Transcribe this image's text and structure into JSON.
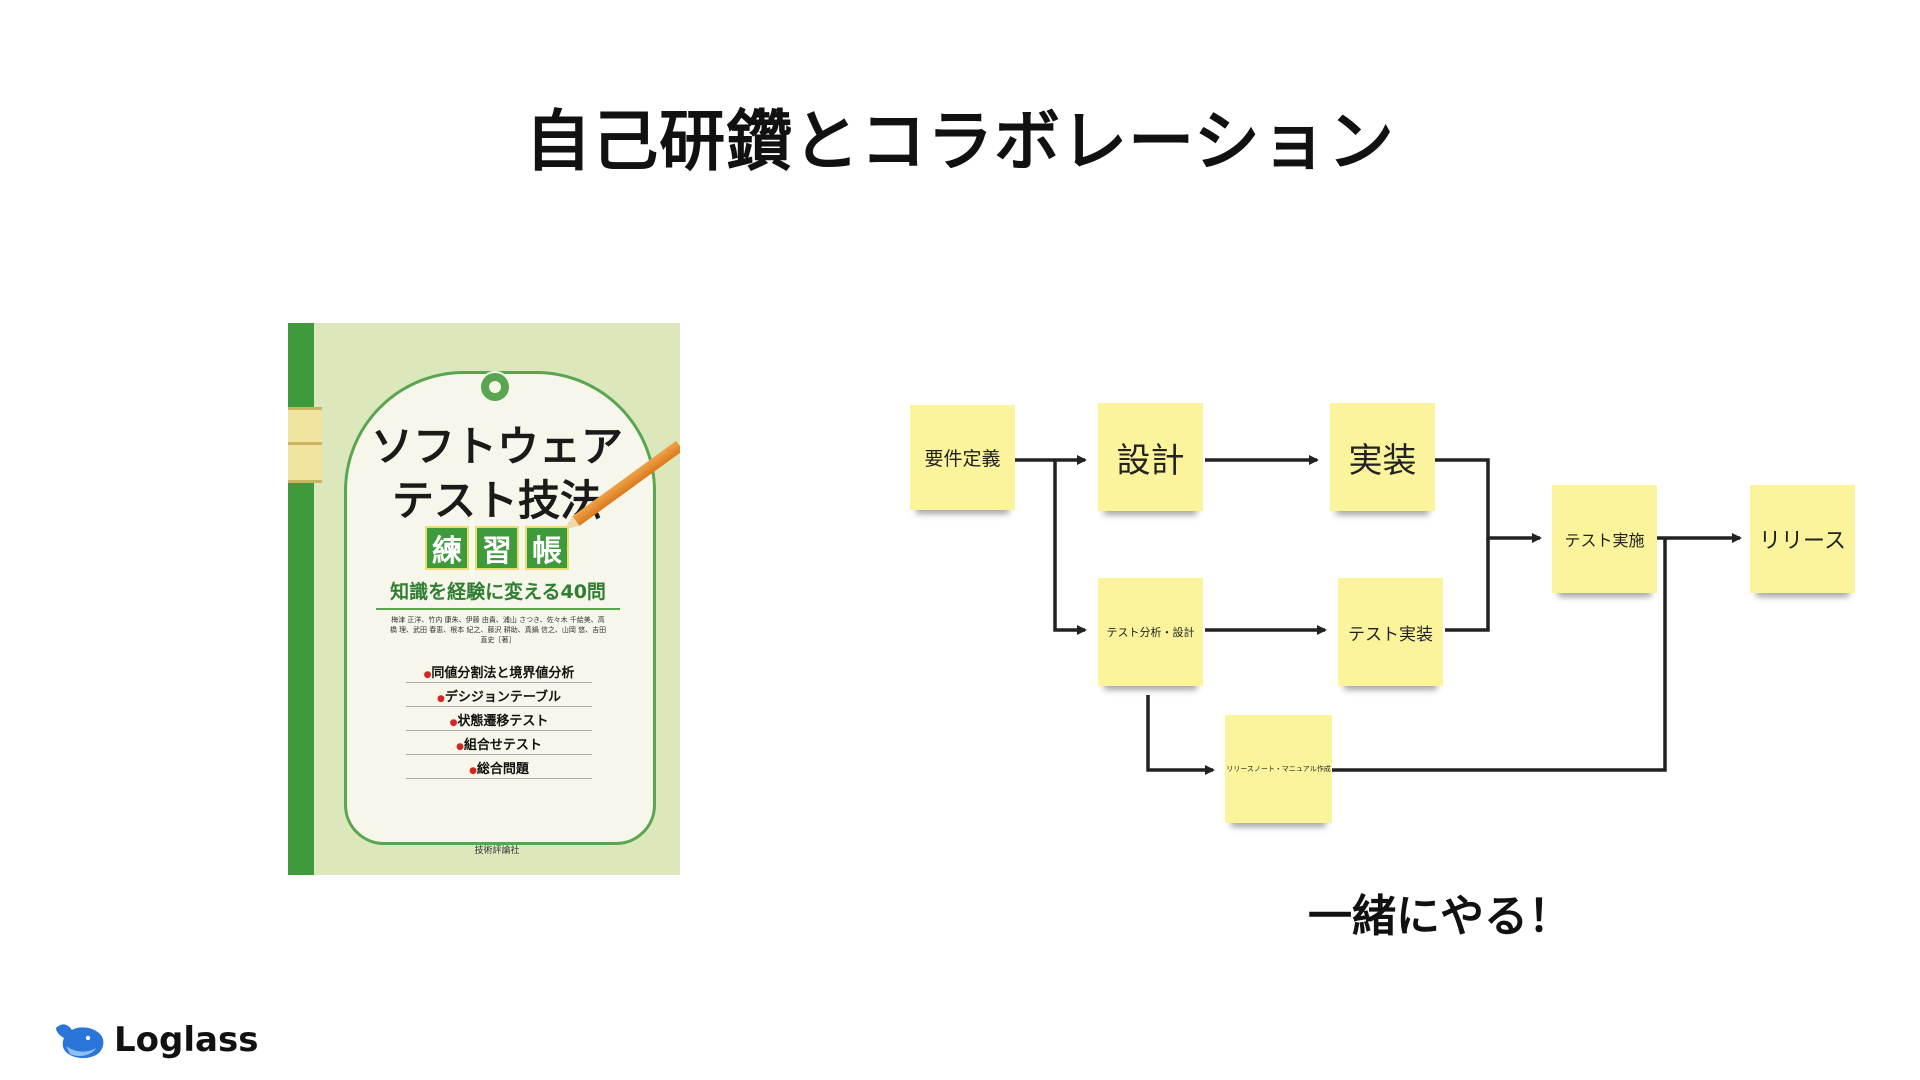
{
  "slide": {
    "title": "自己研鑽とコラボレーション",
    "caption": "一緒にやる！"
  },
  "book": {
    "title_line1": "ソフトウェア",
    "title_line2": "テスト技法",
    "badges": [
      "練",
      "習",
      "帳"
    ],
    "subtitle": "知識を経験に変える40問",
    "authors": "梅津 正洋、竹内 康朱、伊藤 由貴、浦山 さつき、佐々木 千絵美、高橋 理、武田 春恵、根本 紀之、藤沢 耕助、真鍋 信之、山岡 悠、吉田 直史［著］",
    "items": [
      "同値分割法と境界値分析",
      "デシジョンテーブル",
      "状態遷移テスト",
      "組合せテスト",
      "総合問題"
    ],
    "publisher": "技術評論社"
  },
  "diagram": {
    "notes": {
      "requirements": "要件定義",
      "design": "設計",
      "implementation": "実装",
      "test_analysis": "テスト分析・設計",
      "test_implementation": "テスト実装",
      "release_notes": "リリースノート・マニュアル作成",
      "test_execution": "テスト実施",
      "release": "リリース"
    }
  },
  "logo": {
    "wordmark": "Loglass",
    "brand_color": "#2b74d8"
  }
}
